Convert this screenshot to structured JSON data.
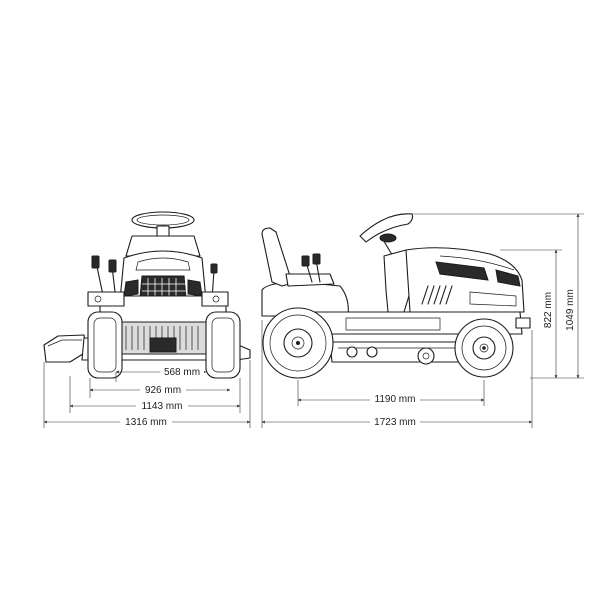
{
  "dimensions": {
    "front_track_inner": "568 mm",
    "front_track": "926 mm",
    "front_wheel_width": "1143 mm",
    "front_overall_width": "1316 mm",
    "side_wheelbase": "1190 mm",
    "side_overall_length": "1723 mm",
    "side_height_body": "822 mm",
    "side_height_overall": "1049 mm"
  }
}
